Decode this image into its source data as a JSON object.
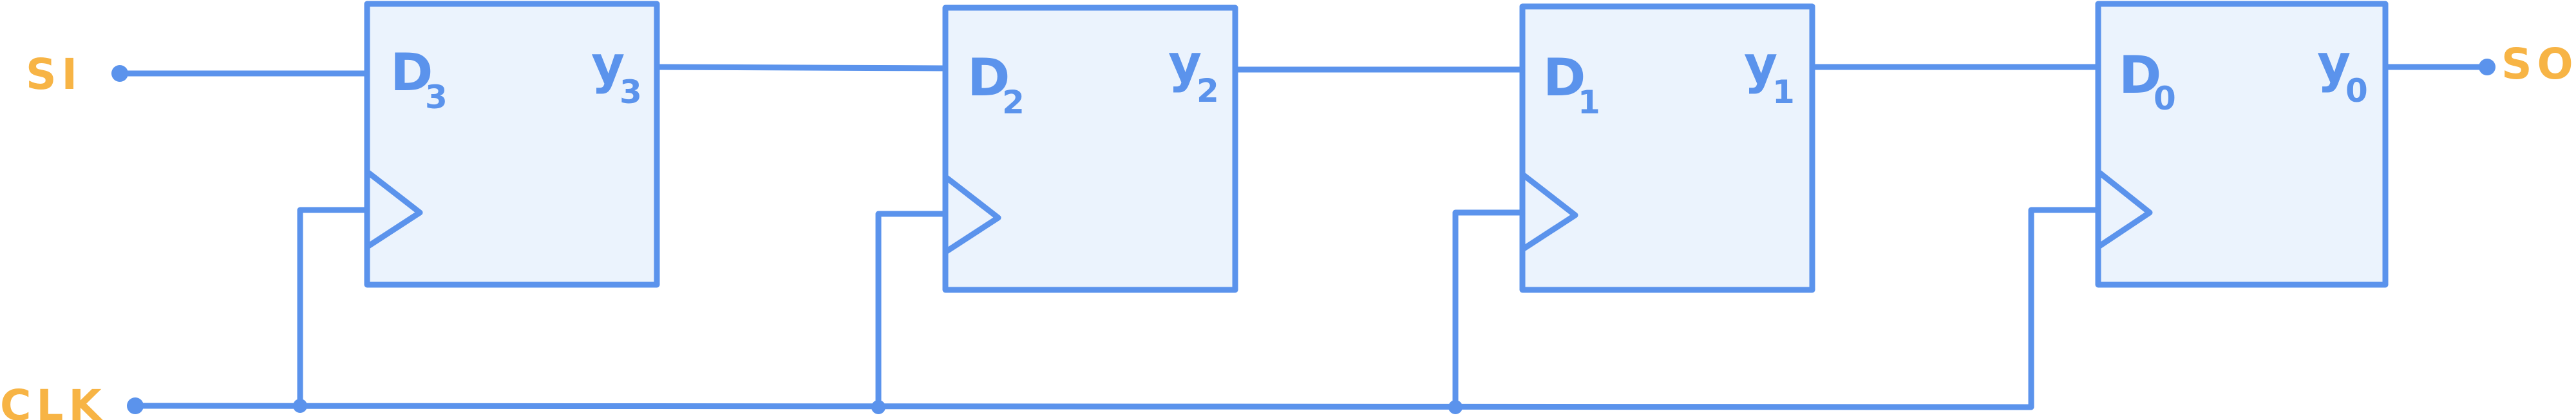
{
  "inputs": {
    "serial_in": "SI",
    "clock": "CLK"
  },
  "outputs": {
    "serial_out": "SO"
  },
  "flipflops": [
    {
      "d": "D",
      "d_sub": "3",
      "y": "y",
      "y_sub": "3"
    },
    {
      "d": "D",
      "d_sub": "2",
      "y": "y",
      "y_sub": "2"
    },
    {
      "d": "D",
      "d_sub": "1",
      "y": "y",
      "y_sub": "1"
    },
    {
      "d": "D",
      "d_sub": "0",
      "y": "y",
      "y_sub": "0"
    }
  ],
  "colors": {
    "wire": "#5b93ec",
    "box_fill": "#ebf3fd",
    "label": "#f7b445"
  }
}
